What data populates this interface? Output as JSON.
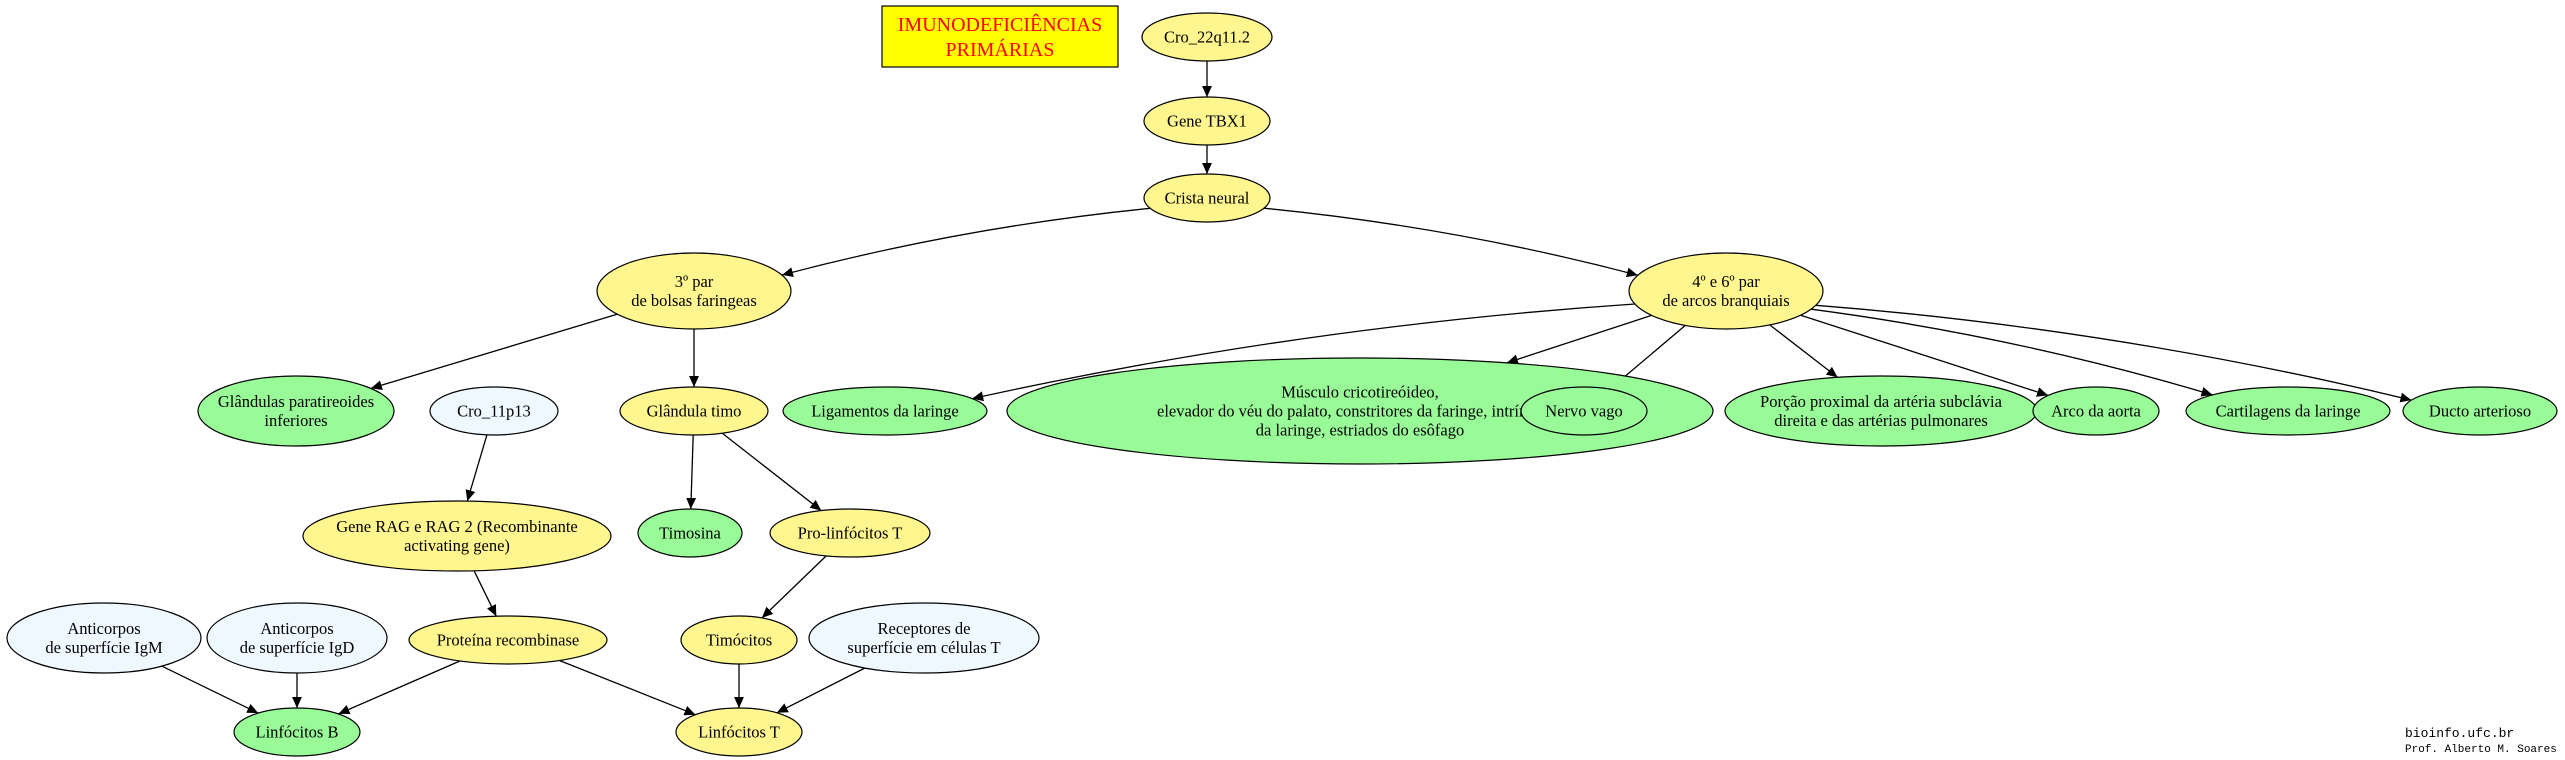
{
  "title": {
    "line1": "IMUNODEFICIÊNCIAS",
    "line2": "PRIMÁRIAS",
    "background": "#ffff00",
    "text_color": "#ff0000"
  },
  "colors": {
    "yellow_node": "#fff68f",
    "green_node": "#98fb98",
    "blue_node": "#f0f8ff"
  },
  "nodes": [
    {
      "id": "cro22",
      "lines": [
        "Cro_22q11.2"
      ],
      "color": "yellow"
    },
    {
      "id": "tbx1",
      "lines": [
        "Gene TBX1"
      ],
      "color": "yellow"
    },
    {
      "id": "crista",
      "lines": [
        "Crista neural"
      ],
      "color": "yellow"
    },
    {
      "id": "bolsas",
      "lines": [
        "3º par",
        "de bolsas faringeas"
      ],
      "color": "yellow"
    },
    {
      "id": "arcos",
      "lines": [
        "4º e 6º par",
        "de arcos branquiais"
      ],
      "color": "yellow"
    },
    {
      "id": "paratireoides",
      "lines": [
        "Glândulas paratireoides",
        "inferiores"
      ],
      "color": "green"
    },
    {
      "id": "timo",
      "lines": [
        "Glândula timo"
      ],
      "color": "yellow"
    },
    {
      "id": "cro11",
      "lines": [
        "Cro_11p13"
      ],
      "color": "blue"
    },
    {
      "id": "ligamentos",
      "lines": [
        "Ligamentos da laringe"
      ],
      "color": "green"
    },
    {
      "id": "musculo",
      "lines": [
        "Músculo cricotireóideo,",
        "elevador do véu do palato, constritores da faringe, intrínsecos",
        "da laringe, estriados do esôfago"
      ],
      "color": "green"
    },
    {
      "id": "nervo",
      "lines": [
        "Nervo vago"
      ],
      "color": "green"
    },
    {
      "id": "porcao",
      "lines": [
        "Porção proximal da artéria subclávia",
        "direita e das artérias pulmonares"
      ],
      "color": "green"
    },
    {
      "id": "aorta",
      "lines": [
        "Arco da aorta"
      ],
      "color": "green"
    },
    {
      "id": "cartilagens",
      "lines": [
        "Cartilagens da laringe"
      ],
      "color": "green"
    },
    {
      "id": "ducto",
      "lines": [
        "Ducto arterioso"
      ],
      "color": "green"
    },
    {
      "id": "rag",
      "lines": [
        "Gene RAG e RAG 2 (Recombinante",
        "activating gene)"
      ],
      "color": "yellow"
    },
    {
      "id": "timosina",
      "lines": [
        "Timosina"
      ],
      "color": "green"
    },
    {
      "id": "prolinf",
      "lines": [
        "Pro-linfócitos T"
      ],
      "color": "yellow"
    },
    {
      "id": "igm",
      "lines": [
        "Anticorpos",
        "de superfície IgM"
      ],
      "color": "blue"
    },
    {
      "id": "igd",
      "lines": [
        "Anticorpos",
        "de superfície IgD"
      ],
      "color": "blue"
    },
    {
      "id": "recombinase",
      "lines": [
        "Proteína recombinase"
      ],
      "color": "yellow"
    },
    {
      "id": "timocitos",
      "lines": [
        "Timócitos"
      ],
      "color": "yellow"
    },
    {
      "id": "receptores",
      "lines": [
        "Receptores de",
        "superfície em células T"
      ],
      "color": "blue"
    },
    {
      "id": "linfb",
      "lines": [
        "Linfócitos B"
      ],
      "color": "green"
    },
    {
      "id": "linft",
      "lines": [
        "Linfócitos T"
      ],
      "color": "yellow"
    }
  ],
  "edges": [
    {
      "from": "cro22",
      "to": "tbx1"
    },
    {
      "from": "tbx1",
      "to": "crista"
    },
    {
      "from": "crista",
      "to": "bolsas"
    },
    {
      "from": "crista",
      "to": "arcos"
    },
    {
      "from": "bolsas",
      "to": "paratireoides"
    },
    {
      "from": "bolsas",
      "to": "timo"
    },
    {
      "from": "arcos",
      "to": "ligamentos"
    },
    {
      "from": "arcos",
      "to": "musculo"
    },
    {
      "from": "arcos",
      "to": "nervo"
    },
    {
      "from": "arcos",
      "to": "porcao"
    },
    {
      "from": "arcos",
      "to": "aorta"
    },
    {
      "from": "arcos",
      "to": "cartilagens"
    },
    {
      "from": "arcos",
      "to": "ducto"
    },
    {
      "from": "cro11",
      "to": "rag"
    },
    {
      "from": "timo",
      "to": "timosina"
    },
    {
      "from": "timo",
      "to": "prolinf"
    },
    {
      "from": "rag",
      "to": "recombinase"
    },
    {
      "from": "prolinf",
      "to": "timocitos"
    },
    {
      "from": "igm",
      "to": "linfb"
    },
    {
      "from": "igd",
      "to": "linfb"
    },
    {
      "from": "recombinase",
      "to": "linfb"
    },
    {
      "from": "recombinase",
      "to": "linft"
    },
    {
      "from": "timocitos",
      "to": "linft"
    },
    {
      "from": "receptores",
      "to": "linft"
    }
  ],
  "credits": {
    "site": "bioinfo.ufc.br",
    "author": "Prof. Alberto M. Soares"
  }
}
